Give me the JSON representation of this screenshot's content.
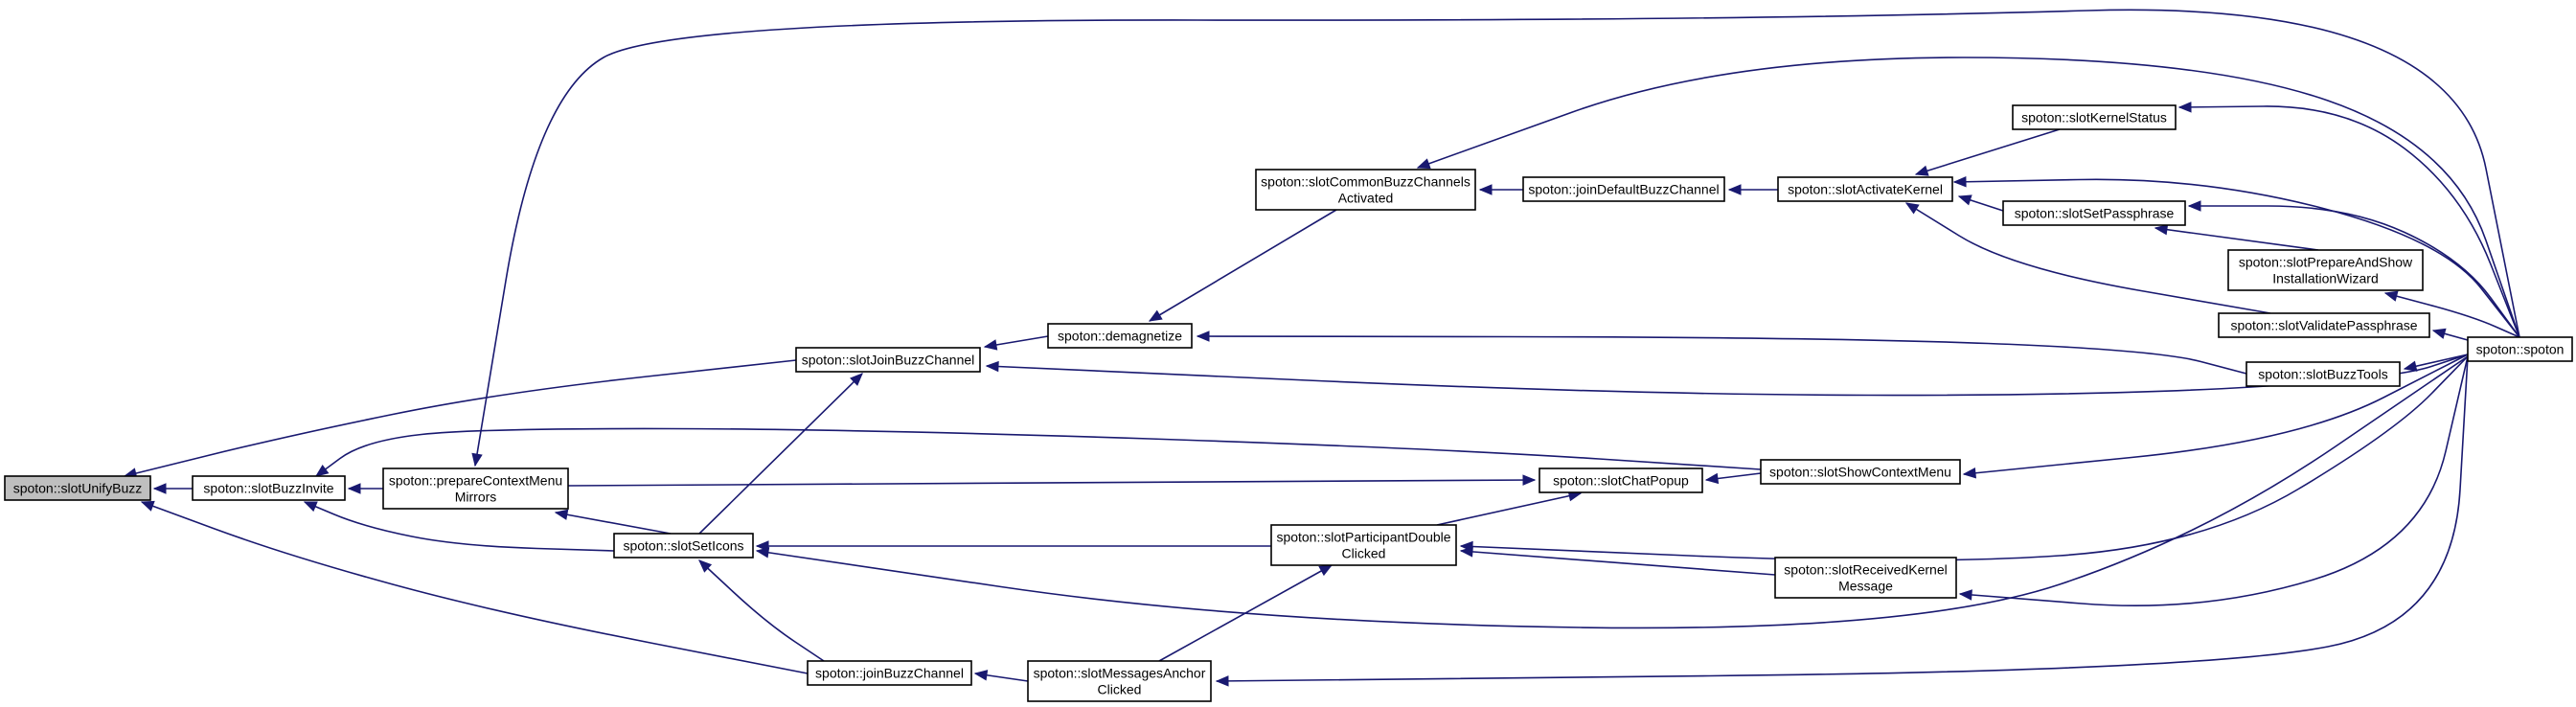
{
  "diagram": {
    "type": "call-graph",
    "edge_color": "#191970",
    "highlight_fill": "#bfbfbf",
    "nodes": [
      {
        "id": "unifybuzz",
        "lines": [
          "spoton::slotUnifyBuzz"
        ],
        "highlight": true
      },
      {
        "id": "buzzinvite",
        "lines": [
          "spoton::slotBuzzInvite"
        ]
      },
      {
        "id": "prepctx",
        "lines": [
          "spoton::prepareContextMenu",
          "Mirrors"
        ]
      },
      {
        "id": "joinbuzzch_slot",
        "lines": [
          "spoton::slotJoinBuzzChannel"
        ]
      },
      {
        "id": "demagnetize",
        "lines": [
          "spoton::demagnetize"
        ]
      },
      {
        "id": "commonbuzz",
        "lines": [
          "spoton::slotCommonBuzzChannels",
          "Activated"
        ]
      },
      {
        "id": "joindefault",
        "lines": [
          "spoton::joinDefaultBuzzChannel"
        ]
      },
      {
        "id": "activatekernel",
        "lines": [
          "spoton::slotActivateKernel"
        ]
      },
      {
        "id": "kernelstatus",
        "lines": [
          "spoton::slotKernelStatus"
        ]
      },
      {
        "id": "setpass",
        "lines": [
          "spoton::slotSetPassphrase"
        ]
      },
      {
        "id": "prepwizard",
        "lines": [
          "spoton::slotPrepareAndShow",
          "InstallationWizard"
        ]
      },
      {
        "id": "validatepass",
        "lines": [
          "spoton::slotValidatePassphrase"
        ]
      },
      {
        "id": "buzztools",
        "lines": [
          "spoton::slotBuzzTools"
        ]
      },
      {
        "id": "spoton",
        "lines": [
          "spoton::spoton"
        ]
      },
      {
        "id": "seticons",
        "lines": [
          "spoton::slotSetIcons"
        ]
      },
      {
        "id": "chatpopup",
        "lines": [
          "spoton::slotChatPopup"
        ]
      },
      {
        "id": "showctx",
        "lines": [
          "spoton::slotShowContextMenu"
        ]
      },
      {
        "id": "participant",
        "lines": [
          "spoton::slotParticipantDouble",
          "Clicked"
        ]
      },
      {
        "id": "recvkernel",
        "lines": [
          "spoton::slotReceivedKernel",
          "Message"
        ]
      },
      {
        "id": "joinbuzzch",
        "lines": [
          "spoton::joinBuzzChannel"
        ]
      },
      {
        "id": "msganchor",
        "lines": [
          "spoton::slotMessagesAnchor",
          "Clicked"
        ]
      }
    ],
    "edges": [
      {
        "from": "buzzinvite",
        "to": "unifybuzz"
      },
      {
        "from": "joinbuzzch_slot",
        "to": "unifybuzz"
      },
      {
        "from": "joinbuzzch",
        "to": "unifybuzz"
      },
      {
        "from": "prepctx",
        "to": "buzzinvite"
      },
      {
        "from": "seticons",
        "to": "buzzinvite"
      },
      {
        "from": "showctx",
        "to": "buzzinvite"
      },
      {
        "from": "spoton",
        "to": "prepctx"
      },
      {
        "from": "seticons",
        "to": "prepctx"
      },
      {
        "from": "demagnetize",
        "to": "joinbuzzch_slot"
      },
      {
        "from": "seticons",
        "to": "joinbuzzch_slot"
      },
      {
        "from": "spoton",
        "to": "joinbuzzch_slot"
      },
      {
        "from": "commonbuzz",
        "to": "demagnetize"
      },
      {
        "from": "buzztools",
        "to": "demagnetize"
      },
      {
        "from": "joindefault",
        "to": "commonbuzz"
      },
      {
        "from": "spoton",
        "to": "commonbuzz"
      },
      {
        "from": "activatekernel",
        "to": "joindefault"
      },
      {
        "from": "kernelstatus",
        "to": "activatekernel"
      },
      {
        "from": "setpass",
        "to": "activatekernel"
      },
      {
        "from": "validatepass",
        "to": "activatekernel"
      },
      {
        "from": "spoton",
        "to": "activatekernel"
      },
      {
        "from": "spoton",
        "to": "kernelstatus"
      },
      {
        "from": "prepwizard",
        "to": "setpass"
      },
      {
        "from": "spoton",
        "to": "setpass"
      },
      {
        "from": "spoton",
        "to": "prepwizard"
      },
      {
        "from": "spoton",
        "to": "validatepass"
      },
      {
        "from": "spoton",
        "to": "buzztools"
      },
      {
        "from": "prepctx",
        "to": "chatpopup"
      },
      {
        "from": "participant",
        "to": "chatpopup"
      },
      {
        "from": "showctx",
        "to": "chatpopup"
      },
      {
        "from": "spoton",
        "to": "showctx"
      },
      {
        "from": "participant",
        "to": "seticons"
      },
      {
        "from": "spoton",
        "to": "seticons"
      },
      {
        "from": "joinbuzzch",
        "to": "seticons"
      },
      {
        "from": "recvkernel",
        "to": "participant"
      },
      {
        "from": "spoton",
        "to": "participant"
      },
      {
        "from": "msganchor",
        "to": "participant"
      },
      {
        "from": "spoton",
        "to": "recvkernel"
      },
      {
        "from": "msganchor",
        "to": "joinbuzzch"
      },
      {
        "from": "spoton",
        "to": "msganchor"
      }
    ]
  }
}
